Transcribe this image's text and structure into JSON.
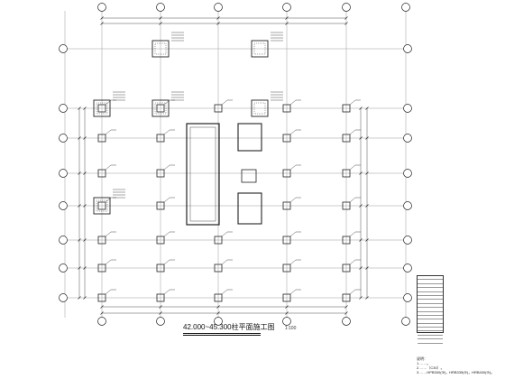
{
  "drawing": {
    "title": "42.000~45.300柱平面施工图",
    "scale": "1:100"
  },
  "grid": {
    "columns_x": [
      72,
      113,
      178,
      242,
      318,
      384,
      450
    ],
    "rows_y": [
      54,
      120,
      153,
      192,
      228,
      266,
      297,
      330
    ]
  },
  "colors": {
    "line": "#222222",
    "grid_line": "#9a9a9a",
    "background": "#ffffff"
  },
  "notes": {
    "heading": "说明：",
    "line1": "1.……。",
    "line2": "2.……（C30）。",
    "line3": "3.……HPB300(Φ)，HRB335(Φ)，HRB400(Φ)。"
  }
}
